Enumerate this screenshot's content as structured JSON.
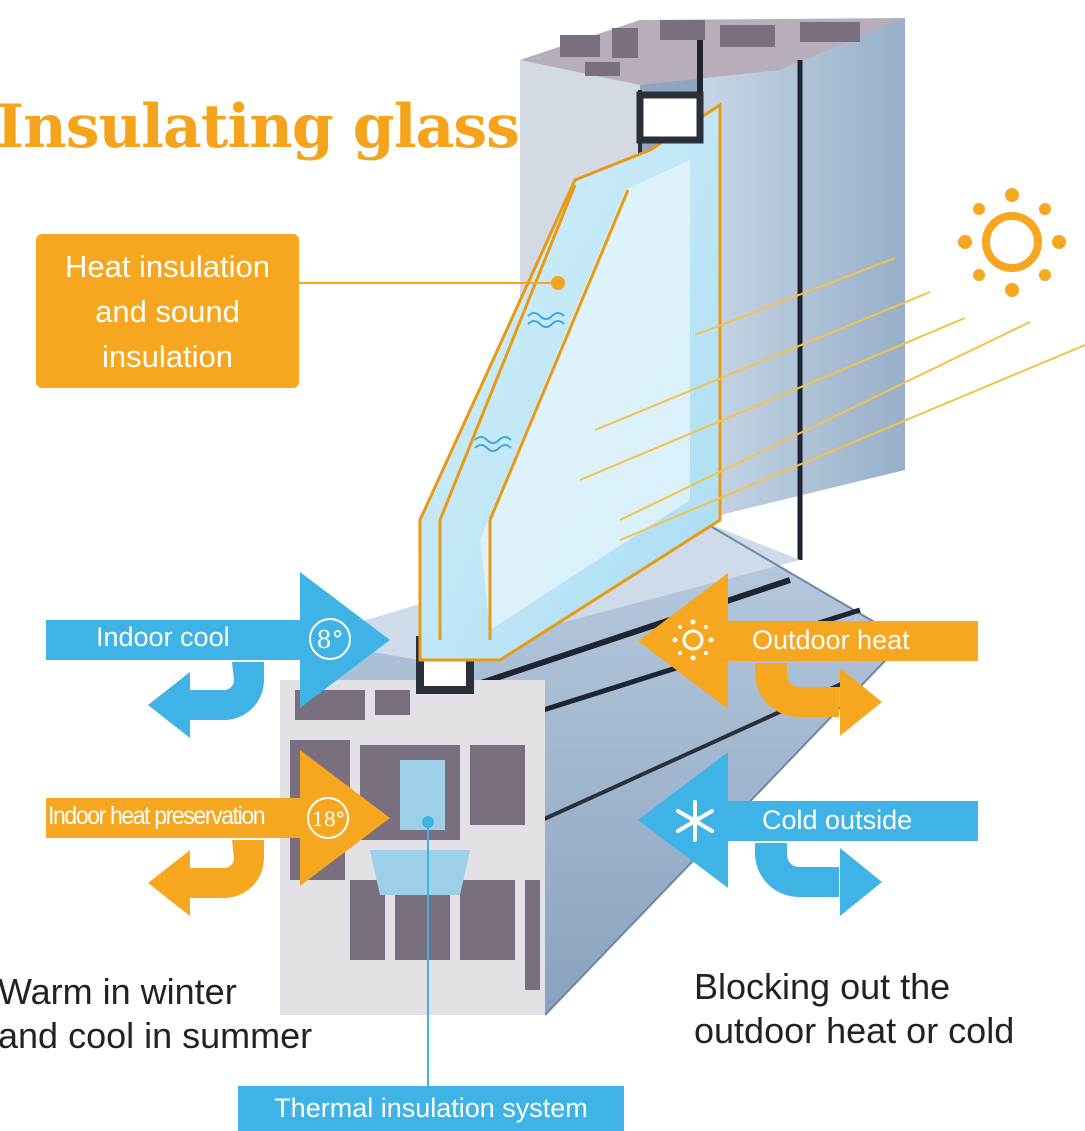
{
  "title": "Insulating glass",
  "callout": {
    "line1": "Heat insulation",
    "line2": "and sound",
    "line3": "insulation"
  },
  "arrows": {
    "indoor_cool": {
      "label": "Indoor cool",
      "temp": "8°"
    },
    "indoor_heat": {
      "label": "Indoor heat preservation",
      "temp": "18°"
    },
    "outdoor_heat": {
      "label": "Outdoor heat"
    },
    "cold_outside": {
      "label": "Cold outside"
    }
  },
  "captions": {
    "left_line1": "Warm in winter",
    "left_line2": "and cool in summer",
    "right_line1": "Blocking out the",
    "right_line2": "outdoor heat or cold"
  },
  "bottom_label": "Thermal insulation system",
  "colors": {
    "orange": "#f7a71f",
    "blue": "#3fb3e6",
    "frame": "#a8bdd4",
    "glass": "#bfe6f7"
  },
  "icons": [
    "sun-icon",
    "snowflake-icon",
    "waves-icon"
  ]
}
